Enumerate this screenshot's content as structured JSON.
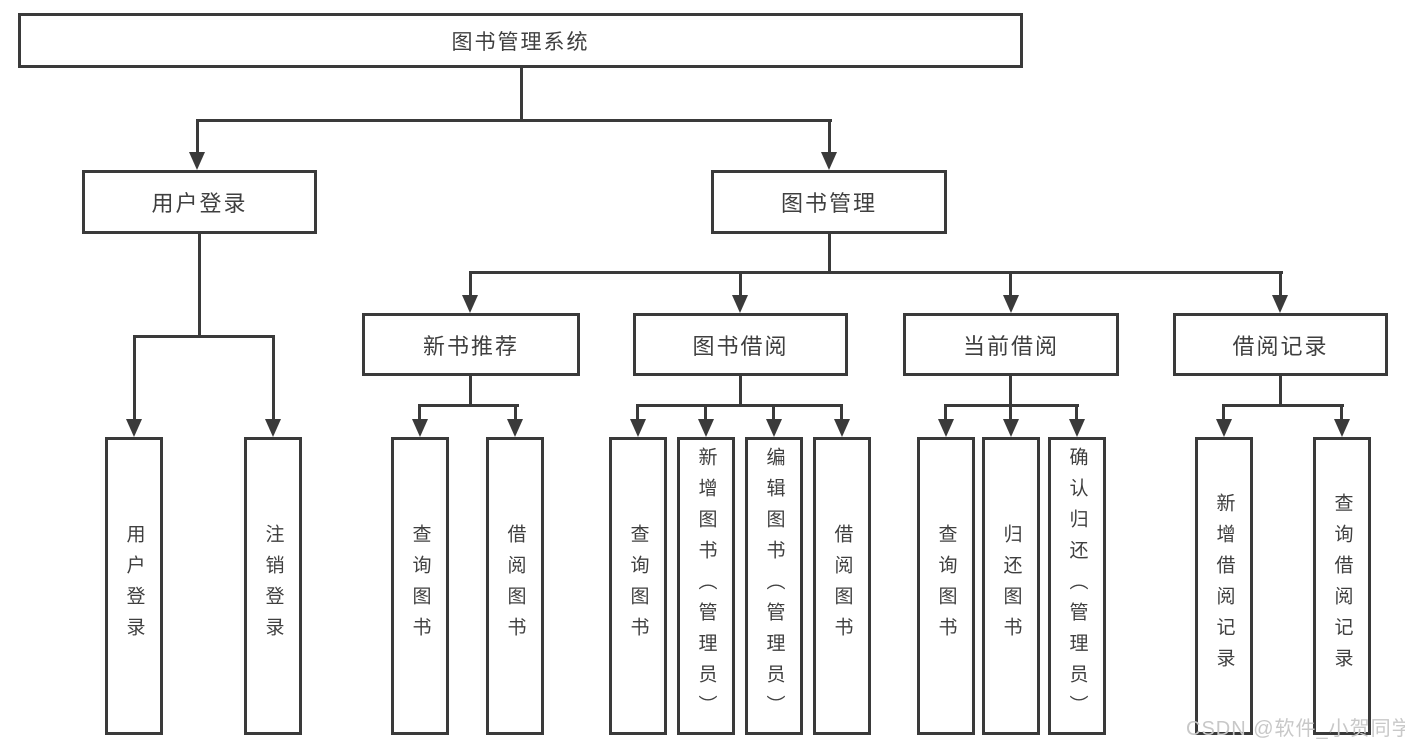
{
  "diagram": {
    "title_node": {
      "label": "图书管理系统"
    },
    "level2": [
      {
        "label": "用户登录"
      },
      {
        "label": "图书管理"
      }
    ],
    "level3": [
      {
        "label": "新书推荐"
      },
      {
        "label": "图书借阅"
      },
      {
        "label": "当前借阅"
      },
      {
        "label": "借阅记录"
      }
    ],
    "leaves": {
      "user_login": [
        {
          "label": "用户登录"
        },
        {
          "label": "注销登录"
        }
      ],
      "new_book_recommend": [
        {
          "label": "查询图书"
        },
        {
          "label": "借阅图书"
        }
      ],
      "book_borrow": [
        {
          "label": "查询图书"
        },
        {
          "label": "新增图书（管理员）"
        },
        {
          "label": "编辑图书（管理员）"
        },
        {
          "label": "借阅图书"
        }
      ],
      "current_borrow": [
        {
          "label": "查询图书"
        },
        {
          "label": "归还图书"
        },
        {
          "label": "确认归还（管理员）"
        }
      ],
      "borrow_record": [
        {
          "label": "新增借阅记录"
        },
        {
          "label": "查询借阅记录"
        }
      ]
    },
    "colors": {
      "line": "#3a3a3a",
      "text": "#3f3f3f",
      "background": "#ffffff"
    }
  },
  "watermark": {
    "text": "CSDN @软件_小贺同学",
    "color": "#c8c8c8"
  }
}
